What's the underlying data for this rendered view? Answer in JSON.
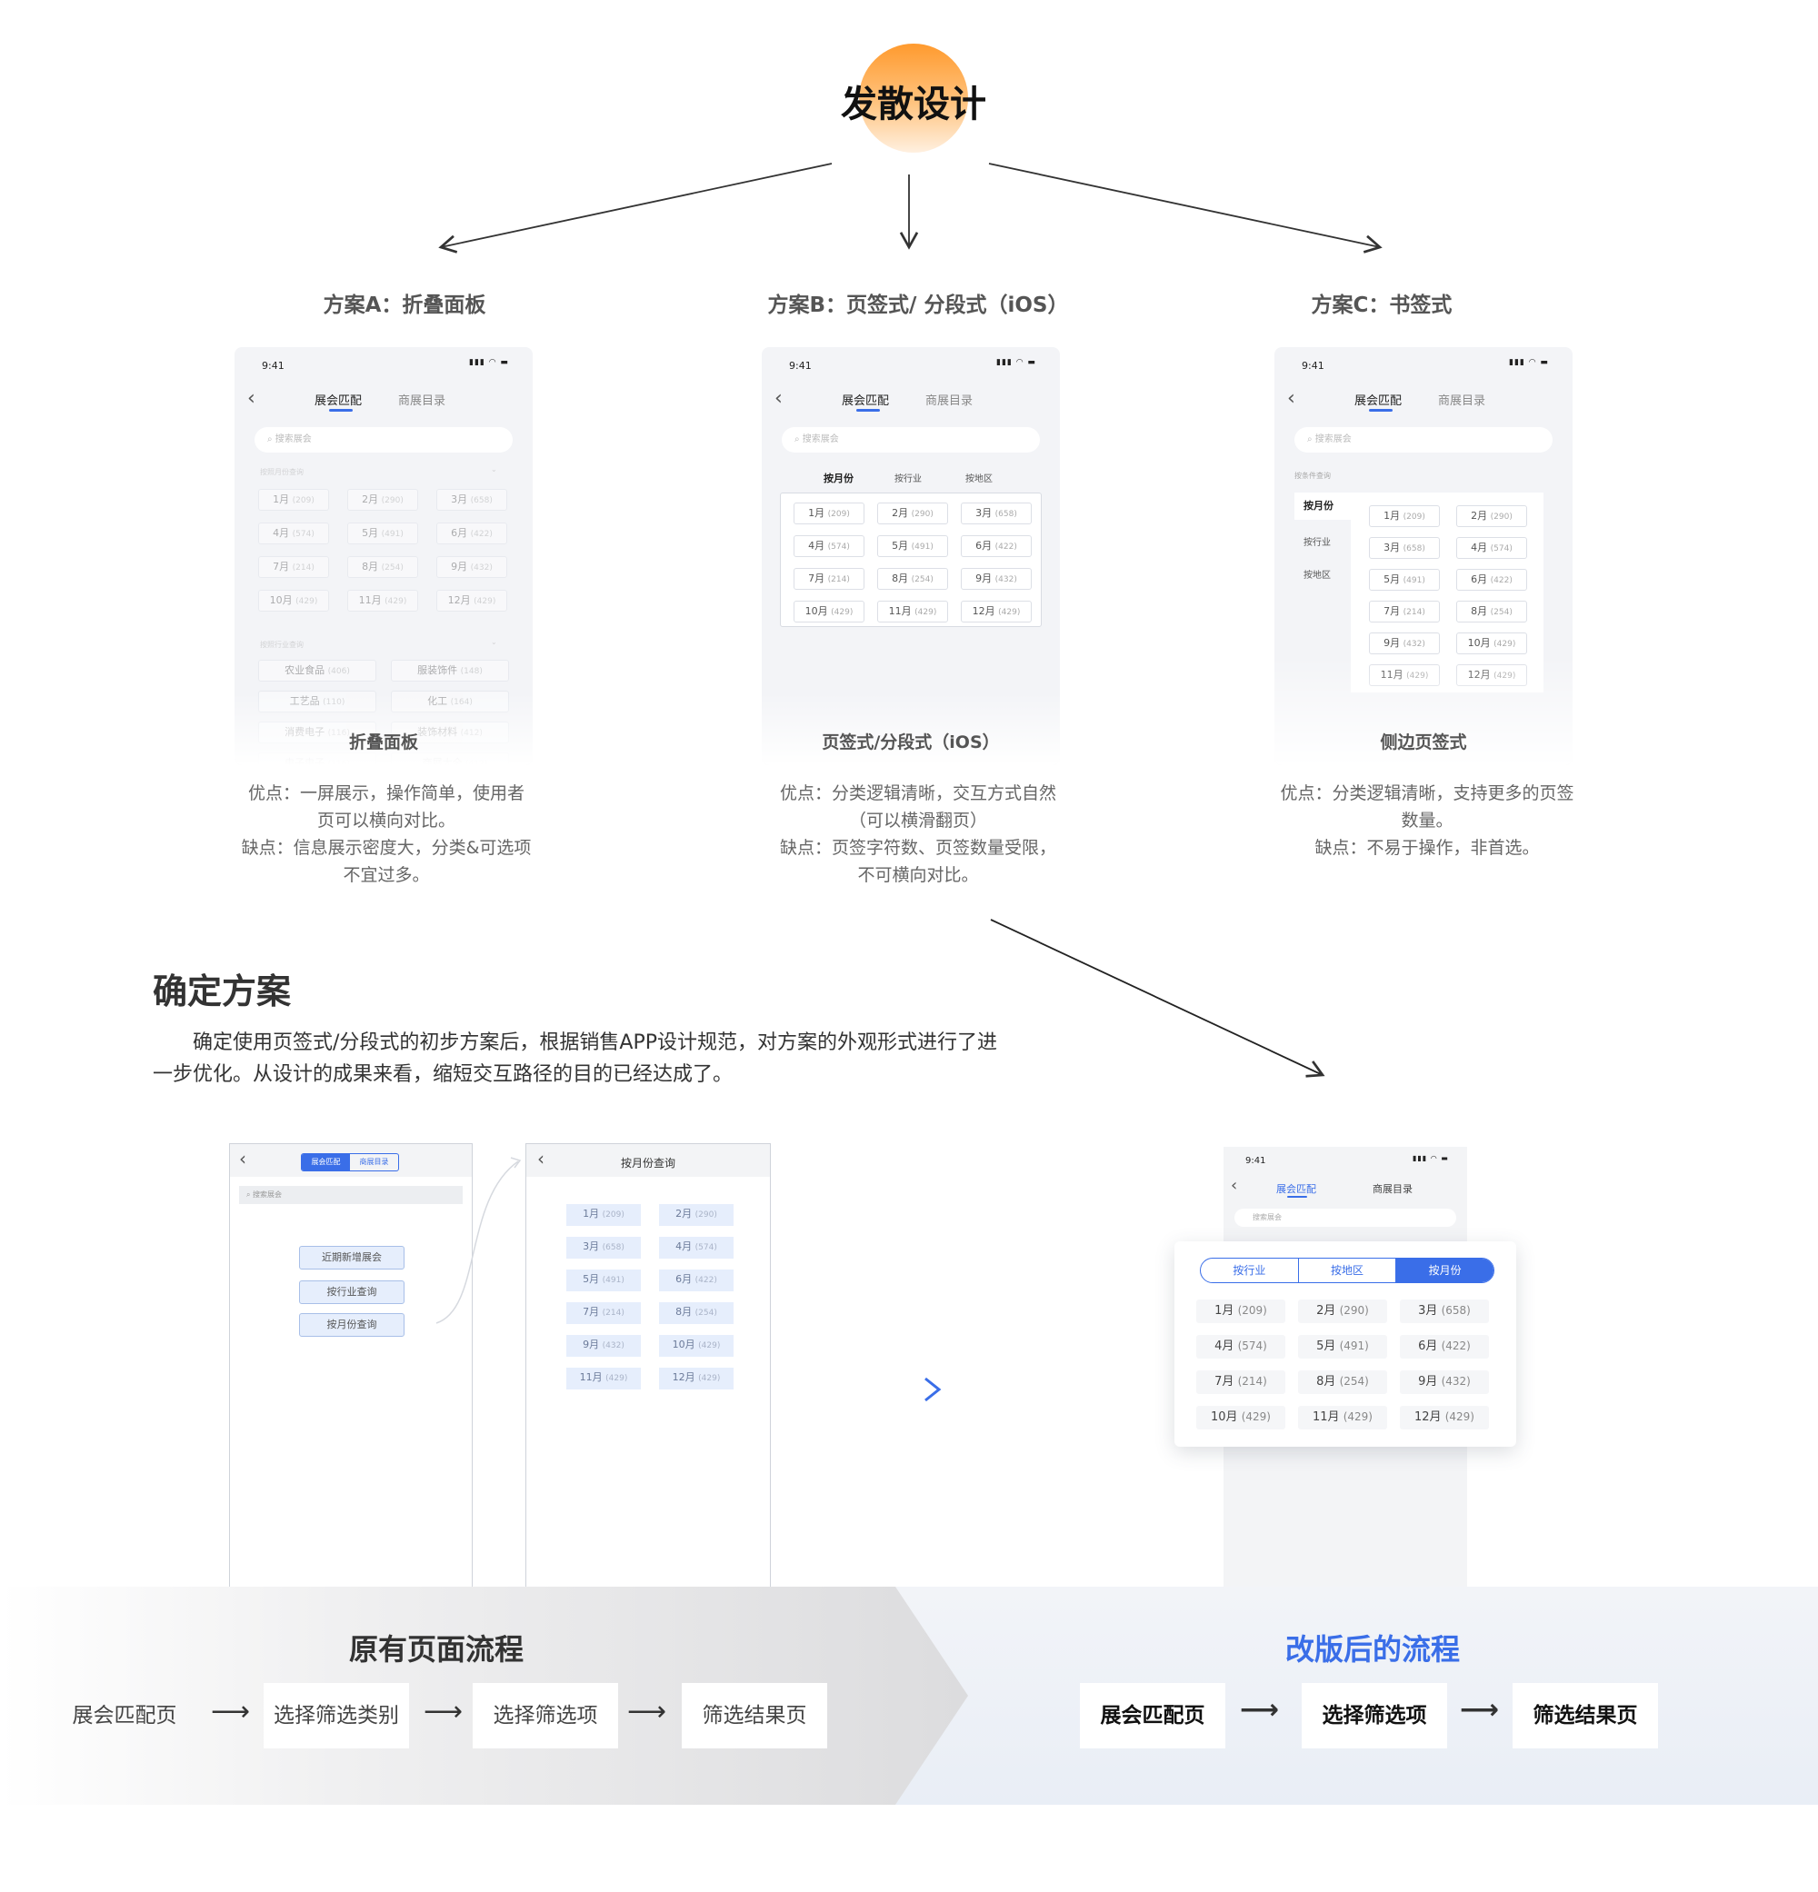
{
  "header": {
    "title": "发散设计"
  },
  "schemes": {
    "a": {
      "title": "方案A：折叠面板",
      "caption": "折叠面板",
      "desc": [
        "优点：一屏展示，操作简单，使用者",
        "页可以横向对比。",
        "缺点：信息展示密度大，分类&可选项",
        "不宜过多。"
      ]
    },
    "b": {
      "title": "方案B：页签式/ 分段式（iOS）",
      "caption": "页签式/分段式（iOS）",
      "desc": [
        "优点：分类逻辑清晰，交互方式自然",
        "（可以横滑翻页）",
        "缺点：页签字符数、页签数量受限，",
        "不可横向对比。"
      ]
    },
    "c": {
      "title": "方案C：书签式",
      "caption": "侧边页签式",
      "desc": [
        "优点：分类逻辑清晰，支持更多的页签",
        "数量。",
        "缺点：不易于操作，非首选。"
      ]
    }
  },
  "phone": {
    "time": "9:41",
    "status_icons": "▮▮▮ ◠ ▬",
    "tab_match": "展会匹配",
    "tab_catalog": "商展目录",
    "search_placeholder": "搜索展会",
    "month_section": "按照月份查询",
    "industry_section": "按照行业查询",
    "seg_month": "按月份",
    "seg_industry": "按行业",
    "seg_region": "按地区",
    "side_section": "按条件查询"
  },
  "months": [
    {
      "m": "1月",
      "n": "(209)"
    },
    {
      "m": "2月",
      "n": "(290)"
    },
    {
      "m": "3月",
      "n": "(658)"
    },
    {
      "m": "4月",
      "n": "(574)"
    },
    {
      "m": "5月",
      "n": "(491)"
    },
    {
      "m": "6月",
      "n": "(422)"
    },
    {
      "m": "7月",
      "n": "(214)"
    },
    {
      "m": "8月",
      "n": "(254)"
    },
    {
      "m": "9月",
      "n": "(432)"
    },
    {
      "m": "10月",
      "n": "(429)"
    },
    {
      "m": "11月",
      "n": "(429)"
    },
    {
      "m": "12月",
      "n": "(429)"
    }
  ],
  "side_months": [
    {
      "m": "1月",
      "n": "(209)"
    },
    {
      "m": "2月",
      "n": "(290)"
    },
    {
      "m": "3月",
      "n": "(658)"
    },
    {
      "m": "4月",
      "n": "(574)"
    },
    {
      "m": "5月",
      "n": "(491)"
    },
    {
      "m": "6月",
      "n": "(422)"
    },
    {
      "m": "7月",
      "n": "(214)"
    },
    {
      "m": "8月",
      "n": "(254)"
    },
    {
      "m": "9月",
      "n": "(432)"
    },
    {
      "m": "10月",
      "n": "(429)"
    },
    {
      "m": "11月",
      "n": "(429)"
    },
    {
      "m": "12月",
      "n": "(429)"
    }
  ],
  "industries": [
    {
      "m": "农业食品",
      "n": "(406)"
    },
    {
      "m": "服装饰件",
      "n": "(148)"
    },
    {
      "m": "工艺品",
      "n": "(110)"
    },
    {
      "m": "化工",
      "n": "(164)"
    },
    {
      "m": "消费电子",
      "n": "(116)"
    },
    {
      "m": "装饰材料",
      "n": "(412)"
    },
    {
      "m": "电子电子",
      "n": "(116)"
    },
    {
      "m": "…商展大全",
      "n": "(412)"
    }
  ],
  "decision": {
    "title": "确定方案",
    "paragraph_1": "确定使用页签式/分段式的初步方案后，根据销售APP设计规范，对方案的外观形式进行了进",
    "paragraph_2": "一步优化。从设计的成果来看，缩短交互路径的目的已经达成了。"
  },
  "old_wire": {
    "tab1": "展会匹配",
    "tab2": "商展目录",
    "search": "搜索展会",
    "options": [
      "近期新增展会",
      "按行业查询",
      "按月份查询"
    ],
    "page2_title": "按月份查询"
  },
  "new_card": {
    "seg": [
      "按行业",
      "按地区",
      "按月份"
    ],
    "search": "搜索展会"
  },
  "flow": {
    "old_title": "原有页面流程",
    "new_title": "改版后的流程",
    "old_steps": [
      "展会匹配页",
      "选择筛选类别",
      "选择筛选项",
      "筛选结果页"
    ],
    "new_steps": [
      "展会匹配页",
      "选择筛选项",
      "筛选结果页"
    ],
    "arrow": "⟶",
    "accent": "#3a6ee8"
  }
}
